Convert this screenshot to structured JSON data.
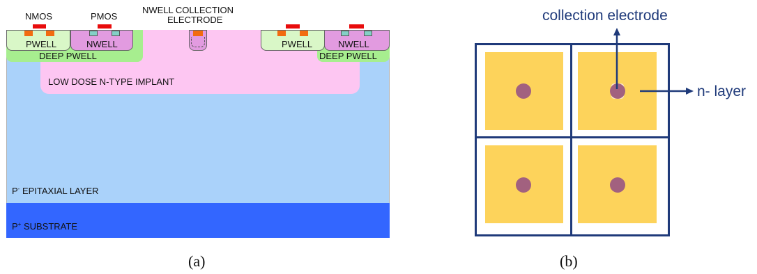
{
  "panel_a": {
    "caption": "(a)",
    "top_labels": {
      "nmos": "NMOS",
      "pmos": "PMOS",
      "nwell_collection_line1": "NWELL COLLECTION",
      "nwell_collection_line2": "ELECTRODE"
    },
    "wells": {
      "pwell_left": "PWELL",
      "nwell_left": "NWELL",
      "deep_pwell_left": "DEEP PWELL",
      "pwell_right": "PWELL",
      "nwell_right": "NWELL",
      "deep_pwell_right": "DEEP PWELL"
    },
    "implant": "LOW DOSE N-TYPE IMPLANT",
    "epi_prefix": "P",
    "epi_sup": "-",
    "epi_text": " EPITAXIAL LAYER",
    "sub_prefix": "P",
    "sub_sup": "+",
    "sub_text": " SUBSTRATE",
    "colors": {
      "epi": "#aad2fa",
      "substrate": "#3366ff",
      "implant": "#fdc6f2",
      "pwell": "#d9f7c7",
      "deep_pwell": "#a7ee8f",
      "nwell": "#e29be0",
      "contact_red": "#e80c0c",
      "contact_orange": "#f26b10",
      "contact_teal": "#84d0c6"
    }
  },
  "panel_b": {
    "caption": "(b)",
    "collection_label": "collection electrode",
    "nlayer_label": "n- layer",
    "colors": {
      "frame": "#1f3a7a",
      "pixel": "#fdd35b",
      "dot": "#a2617f"
    }
  }
}
